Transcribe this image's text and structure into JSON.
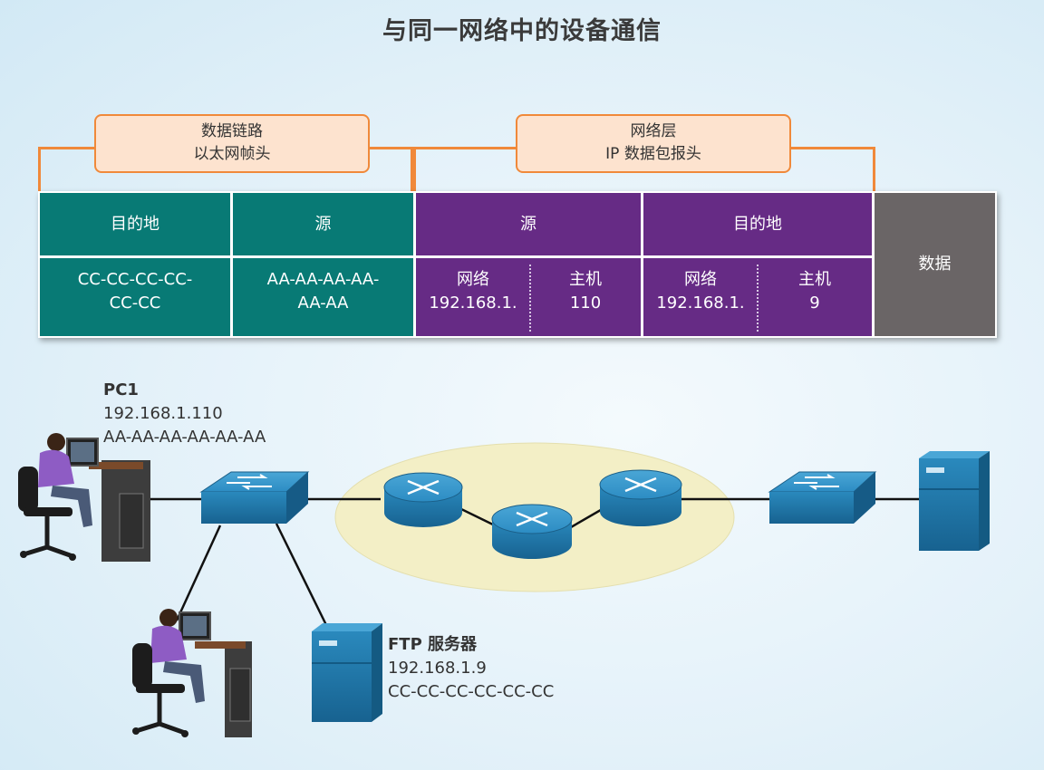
{
  "title": "与同一网络中的设备通信",
  "callouts": {
    "datalink": {
      "line1": "数据链路",
      "line2": "以太网帧头"
    },
    "network": {
      "line1": "网络层",
      "line2": "IP 数据包报头"
    }
  },
  "frame": {
    "dest_label": "目的地",
    "src_label": "源",
    "dest_mac": {
      "line1": "CC-CC-CC-CC-",
      "line2": "CC-CC"
    },
    "src_mac": {
      "line1": "AA-AA-AA-AA-",
      "line2": "AA-AA"
    },
    "ip_src_label": "源",
    "ip_dest_label": "目的地",
    "ip_src": {
      "net_label": "网络",
      "net_value": "192.168.1.",
      "host_label": "主机",
      "host_value": "110"
    },
    "ip_dest": {
      "net_label": "网络",
      "net_value": "192.168.1.",
      "host_label": "主机",
      "host_value": "9"
    },
    "data_label": "数据"
  },
  "pc1": {
    "name": "PC1",
    "ip": "192.168.1.110",
    "mac": "AA-AA-AA-AA-AA-AA"
  },
  "ftp": {
    "name": "FTP 服务器",
    "ip": "192.168.1.9",
    "mac": "CC-CC-CC-CC-CC-CC"
  },
  "colors": {
    "teal": "#087a75",
    "purple": "#662b85",
    "gray": "#6a6566",
    "orange": "#f0893a",
    "device_blue": "#1f78a8",
    "cloud": "#f3efc6"
  }
}
